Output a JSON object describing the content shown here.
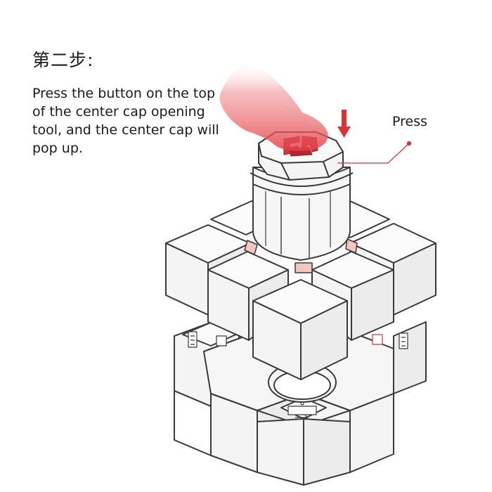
{
  "step": {
    "title": "第二步:",
    "instruction": "Press the button on the top of the center cap opening tool, and the center cap will pop up."
  },
  "callout": {
    "label": "Press"
  },
  "colors": {
    "line": "#3a3a3a",
    "accent": "#d6343a",
    "finger": "#e8555b",
    "cube_face": "#f4f4f4",
    "highlight": "#f5c6c0"
  },
  "icons": {
    "arrow": "down-arrow-icon",
    "finger": "finger-press-icon",
    "logo": "gan-logo-icon"
  }
}
